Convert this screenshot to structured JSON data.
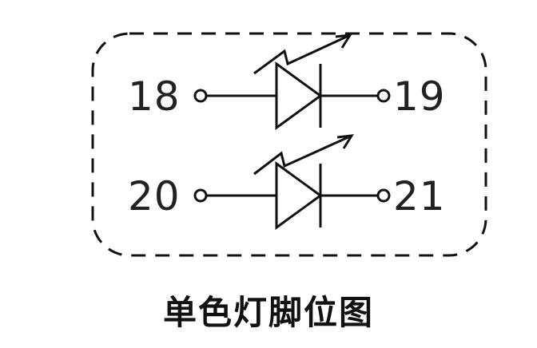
{
  "diagram": {
    "pins": {
      "top_left": "18",
      "top_right": "19",
      "bottom_left": "20",
      "bottom_right": "21"
    },
    "caption": "单色灯脚位图",
    "colors": {
      "line": "#111111",
      "text": "#222222",
      "background": "#ffffff"
    }
  }
}
